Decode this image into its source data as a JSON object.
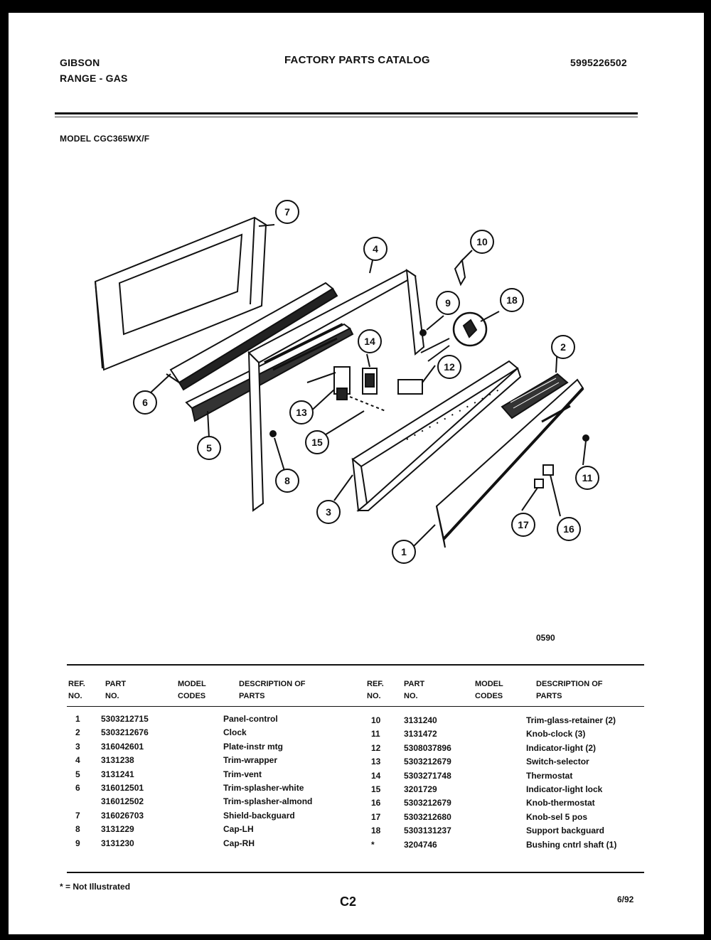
{
  "header": {
    "brand": "GIBSON",
    "product": "RANGE - GAS",
    "catalog_title": "FACTORY PARTS CATALOG",
    "catalog_number": "5995226502"
  },
  "model_label": "MODEL  CGC365WX/F",
  "diagram": {
    "callouts": [
      "1",
      "2",
      "3",
      "4",
      "5",
      "6",
      "7",
      "8",
      "9",
      "10",
      "11",
      "12",
      "13",
      "14",
      "15",
      "16",
      "17",
      "18"
    ],
    "drawing_code": "0590"
  },
  "table": {
    "headers": {
      "ref": "REF. NO.",
      "part": "PART NO.",
      "model": "MODEL CODES",
      "desc": "DESCRIPTION OF PARTS"
    },
    "left_rows": [
      {
        "ref": "1",
        "part": "5303212715",
        "model": "",
        "desc": "Panel-control"
      },
      {
        "ref": "2",
        "part": "5303212676",
        "model": "",
        "desc": "Clock"
      },
      {
        "ref": "3",
        "part": "316042601",
        "model": "",
        "desc": "Plate-instr mtg"
      },
      {
        "ref": "4",
        "part": "3131238",
        "model": "",
        "desc": "Trim-wrapper"
      },
      {
        "ref": "5",
        "part": "3131241",
        "model": "",
        "desc": "Trim-vent"
      },
      {
        "ref": "6",
        "part": "316012501",
        "model": "",
        "desc": "Trim-splasher-white"
      },
      {
        "ref": "",
        "part": "316012502",
        "model": "",
        "desc": "Trim-splasher-almond"
      },
      {
        "ref": "7",
        "part": "316026703",
        "model": "",
        "desc": "Shield-backguard"
      },
      {
        "ref": "8",
        "part": "3131229",
        "model": "",
        "desc": "Cap-LH"
      },
      {
        "ref": "9",
        "part": "3131230",
        "model": "",
        "desc": "Cap-RH"
      }
    ],
    "right_rows": [
      {
        "ref": "10",
        "part": "3131240",
        "model": "",
        "desc": "Trim-glass-retainer (2)"
      },
      {
        "ref": "11",
        "part": "3131472",
        "model": "",
        "desc": "Knob-clock (3)"
      },
      {
        "ref": "12",
        "part": "5308037896",
        "model": "",
        "desc": "Indicator-light (2)"
      },
      {
        "ref": "13",
        "part": "5303212679",
        "model": "",
        "desc": "Switch-selector"
      },
      {
        "ref": "14",
        "part": "5303271748",
        "model": "",
        "desc": "Thermostat"
      },
      {
        "ref": "15",
        "part": "3201729",
        "model": "",
        "desc": "Indicator-light lock"
      },
      {
        "ref": "16",
        "part": "5303212679",
        "model": "",
        "desc": "Knob-thermostat"
      },
      {
        "ref": "17",
        "part": "5303212680",
        "model": "",
        "desc": "Knob-sel 5 pos"
      },
      {
        "ref": "18",
        "part": "5303131237",
        "model": "",
        "desc": "Support backguard"
      },
      {
        "ref": "*",
        "part": "3204746",
        "model": "",
        "desc": "Bushing cntrl shaft (1)"
      }
    ]
  },
  "footer": {
    "note": "* = Not Illustrated",
    "page": "C2",
    "date": "6/92"
  }
}
